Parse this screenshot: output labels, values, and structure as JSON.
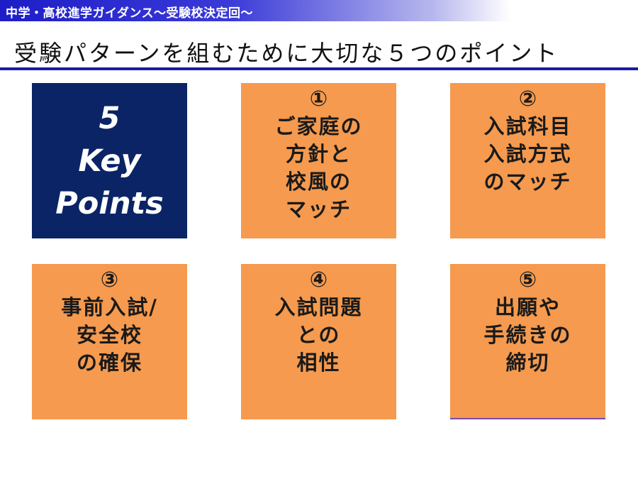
{
  "header": {
    "banner_text": "中学・高校進学ガイダンス〜受験校決定回〜",
    "slide_title": "受験パターンを組むために大切な５つのポイント"
  },
  "key_points_box": {
    "lines": [
      "5",
      "Key",
      "Points"
    ]
  },
  "points": [
    {
      "number": "①",
      "lines": [
        "ご家庭の",
        "方針と",
        "校風の",
        "マッチ"
      ]
    },
    {
      "number": "②",
      "lines": [
        "入試科目",
        "入試方式",
        "のマッチ"
      ]
    },
    {
      "number": "③",
      "lines": [
        "事前入試/",
        "安全校",
        "の確保"
      ]
    },
    {
      "number": "④",
      "lines": [
        "入試問題",
        "との",
        "相性"
      ]
    },
    {
      "number": "⑤",
      "lines": [
        "出願や",
        "手続きの",
        "締切"
      ]
    }
  ],
  "colors": {
    "banner": "#1e1ec8",
    "title_rule": "#1a1aa8",
    "navy_box": "#0b2466",
    "orange_box": "#f59a4e"
  }
}
